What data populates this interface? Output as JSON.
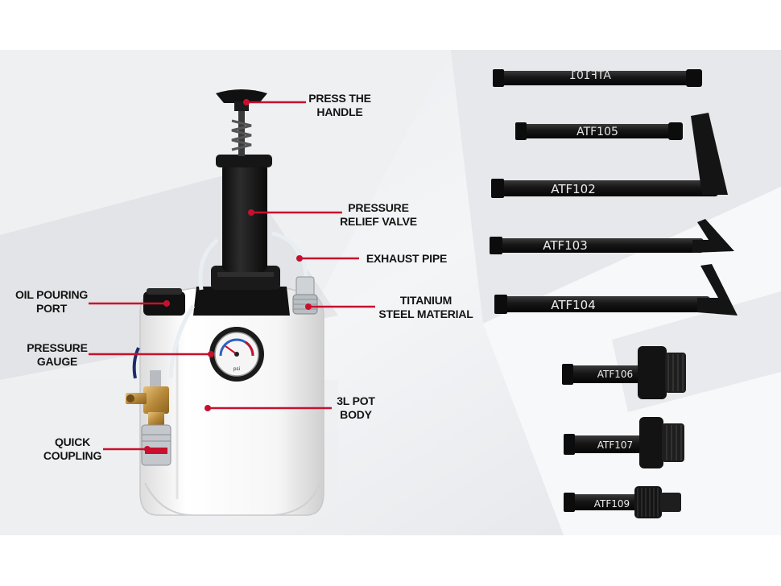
{
  "colors": {
    "leader_line": "#c8102e",
    "leader_dot": "#c8102e",
    "tool_body": "#1b1b1b",
    "tank_body": "#f7f7f7",
    "label_text": "#141414",
    "background_light": "#f1f2f4",
    "background_shadow": "#d4d6da"
  },
  "callouts": {
    "press_handle": {
      "lines": [
        "PRESS THE",
        "HANDLE"
      ]
    },
    "pressure_relief_valve": {
      "lines": [
        "PRESSURE",
        "RELIEF VALVE"
      ]
    },
    "exhaust_pipe": {
      "lines": [
        "EXHAUST PIPE"
      ]
    },
    "titanium_steel": {
      "lines": [
        "TITANIUM",
        "STEEL MATERIAL"
      ]
    },
    "oil_pouring_port": {
      "lines": [
        "OIL POURING",
        "PORT"
      ]
    },
    "pressure_gauge": {
      "lines": [
        "PRESSURE",
        "GAUGE"
      ]
    },
    "pot_body": {
      "lines": [
        "3L POT",
        "BODY"
      ]
    },
    "quick_coupling": {
      "lines": [
        "QUICK",
        "COUPLING"
      ]
    }
  },
  "adapters": [
    {
      "code": "ATF101",
      "shape": "straight-tube",
      "label_mirrored": true
    },
    {
      "code": "ATF105",
      "shape": "straight-tube",
      "label_mirrored": false
    },
    {
      "code": "ATF102",
      "shape": "bent-tube",
      "label_mirrored": false
    },
    {
      "code": "ATF103",
      "shape": "angled-tube",
      "label_mirrored": false
    },
    {
      "code": "ATF104",
      "shape": "bent-tube",
      "label_mirrored": false
    },
    {
      "code": "ATF106",
      "shape": "threaded-fitting",
      "label_mirrored": false
    },
    {
      "code": "ATF107",
      "shape": "threaded-fitting",
      "label_mirrored": false
    },
    {
      "code": "ATF109",
      "shape": "threaded-fitting",
      "label_mirrored": false
    }
  ]
}
